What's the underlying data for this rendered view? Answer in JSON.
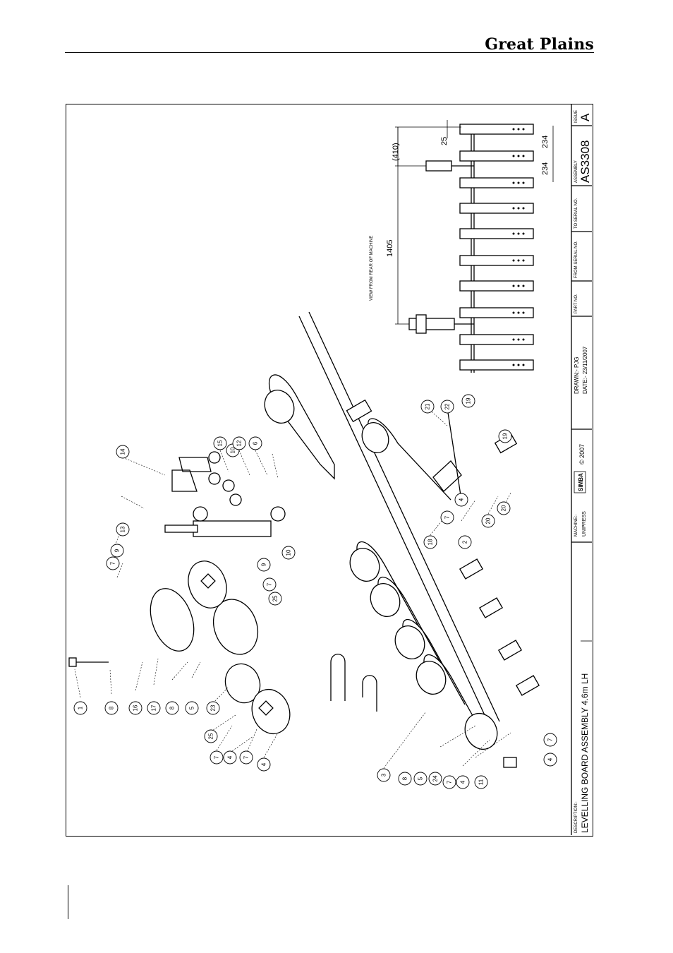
{
  "header": {
    "brand": "Great Plains"
  },
  "title_block": {
    "description_label": "DESCRIPTION:-",
    "description": "LEVELLING BOARD ASSEMBLY 4.6m LH",
    "machine_label": "MACHINE:-",
    "machine": "UNIPRESS",
    "logo": "SIMBA",
    "copyright": "© 2007",
    "drawn": "DRAWN:-  PJG",
    "date": "DATE:-  23/11/2007",
    "part_no_label": "PART NO.",
    "from_serial_label": "FROM SERIAL NO.",
    "to_serial_label": "TO SERIAL NO.",
    "assembly_label": "ASSEMBLY",
    "assembly": "AS3308",
    "issue_label": "ISSUE",
    "issue": "A"
  },
  "rear_view": {
    "caption": "VIEW FROM REAR OF MACHINE",
    "dim_overall": "1405",
    "dim_offset": "(410)",
    "dim_end": "25",
    "dim_spacing_a": "234",
    "dim_spacing_b": "234"
  },
  "balloons": {
    "b1": "1",
    "b8": "8",
    "b16": "16",
    "b17": "17",
    "b8b": "8",
    "b5": "5",
    "b23": "23",
    "b25a": "25",
    "b7a": "7",
    "b4a": "4",
    "b7b": "7",
    "b4b": "4",
    "b3": "3",
    "b8c": "8",
    "b5b": "5",
    "b24": "24",
    "b7c": "7",
    "b4c": "4",
    "b11": "11",
    "b7d": "7",
    "b4d": "4",
    "b7e": "7",
    "b9a": "9",
    "b9b": "9",
    "b7f": "7",
    "b25b": "25",
    "b13": "13",
    "b10a": "10",
    "b10b": "10",
    "b14": "14",
    "b15": "15",
    "b12": "12",
    "b6": "6",
    "b2": "2",
    "b18": "18",
    "b7g": "7",
    "b4e": "4",
    "b20a": "20",
    "b20b": "20",
    "b21": "21",
    "b22": "22",
    "b19a": "19",
    "b19b": "19"
  }
}
